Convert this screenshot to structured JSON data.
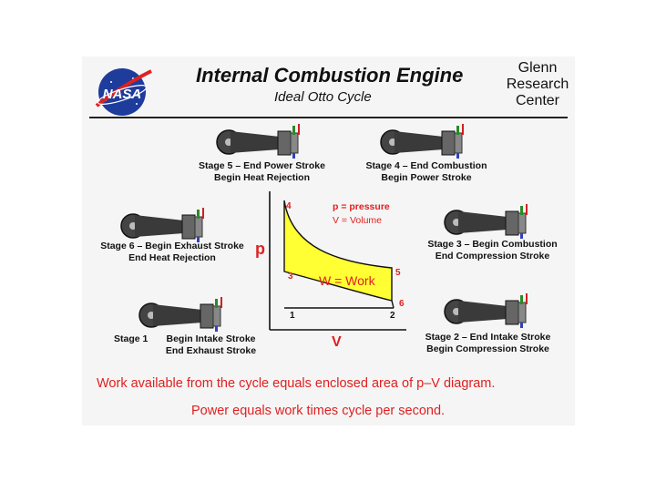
{
  "header": {
    "logo_text": "NASA",
    "title": "Internal  Combustion  Engine",
    "subtitle": "Ideal  Otto  Cycle",
    "center": [
      "Glenn",
      "Research",
      "Center"
    ]
  },
  "stages": {
    "s5": [
      "Stage 5 –  End  Power  Stroke",
      "Begin  Heat  Rejection"
    ],
    "s4": [
      "Stage 4 –  End  Combustion",
      "Begin  Power  Stroke"
    ],
    "s6": [
      "Stage 6 – Begin  Exhaust  Stroke",
      "End  Heat  Rejection"
    ],
    "s3": [
      "Stage  3  –  Begin  Combustion",
      "End  Compression  Stroke"
    ],
    "s1a": "Stage 1",
    "s1b": [
      "Begin  Intake  Stroke",
      "End  Exhaust  Stroke"
    ],
    "s2": [
      "Stage 2 –  End  Intake  Stroke",
      "Begin  Compression  Stroke"
    ]
  },
  "diagram": {
    "p_axis": "p",
    "v_axis": "V",
    "legend_p": "p =  pressure",
    "legend_v": "V =  Volume",
    "work": "W = Work",
    "points": [
      "1",
      "2",
      "3",
      "4",
      "5",
      "6"
    ],
    "fill_color": "#ffff33"
  },
  "footer": {
    "line1": "Work  available  from  the  cycle  equals  enclosed  area  of  p–V  diagram.",
    "line2": "Power  equals  work  times  cycle  per  second."
  }
}
